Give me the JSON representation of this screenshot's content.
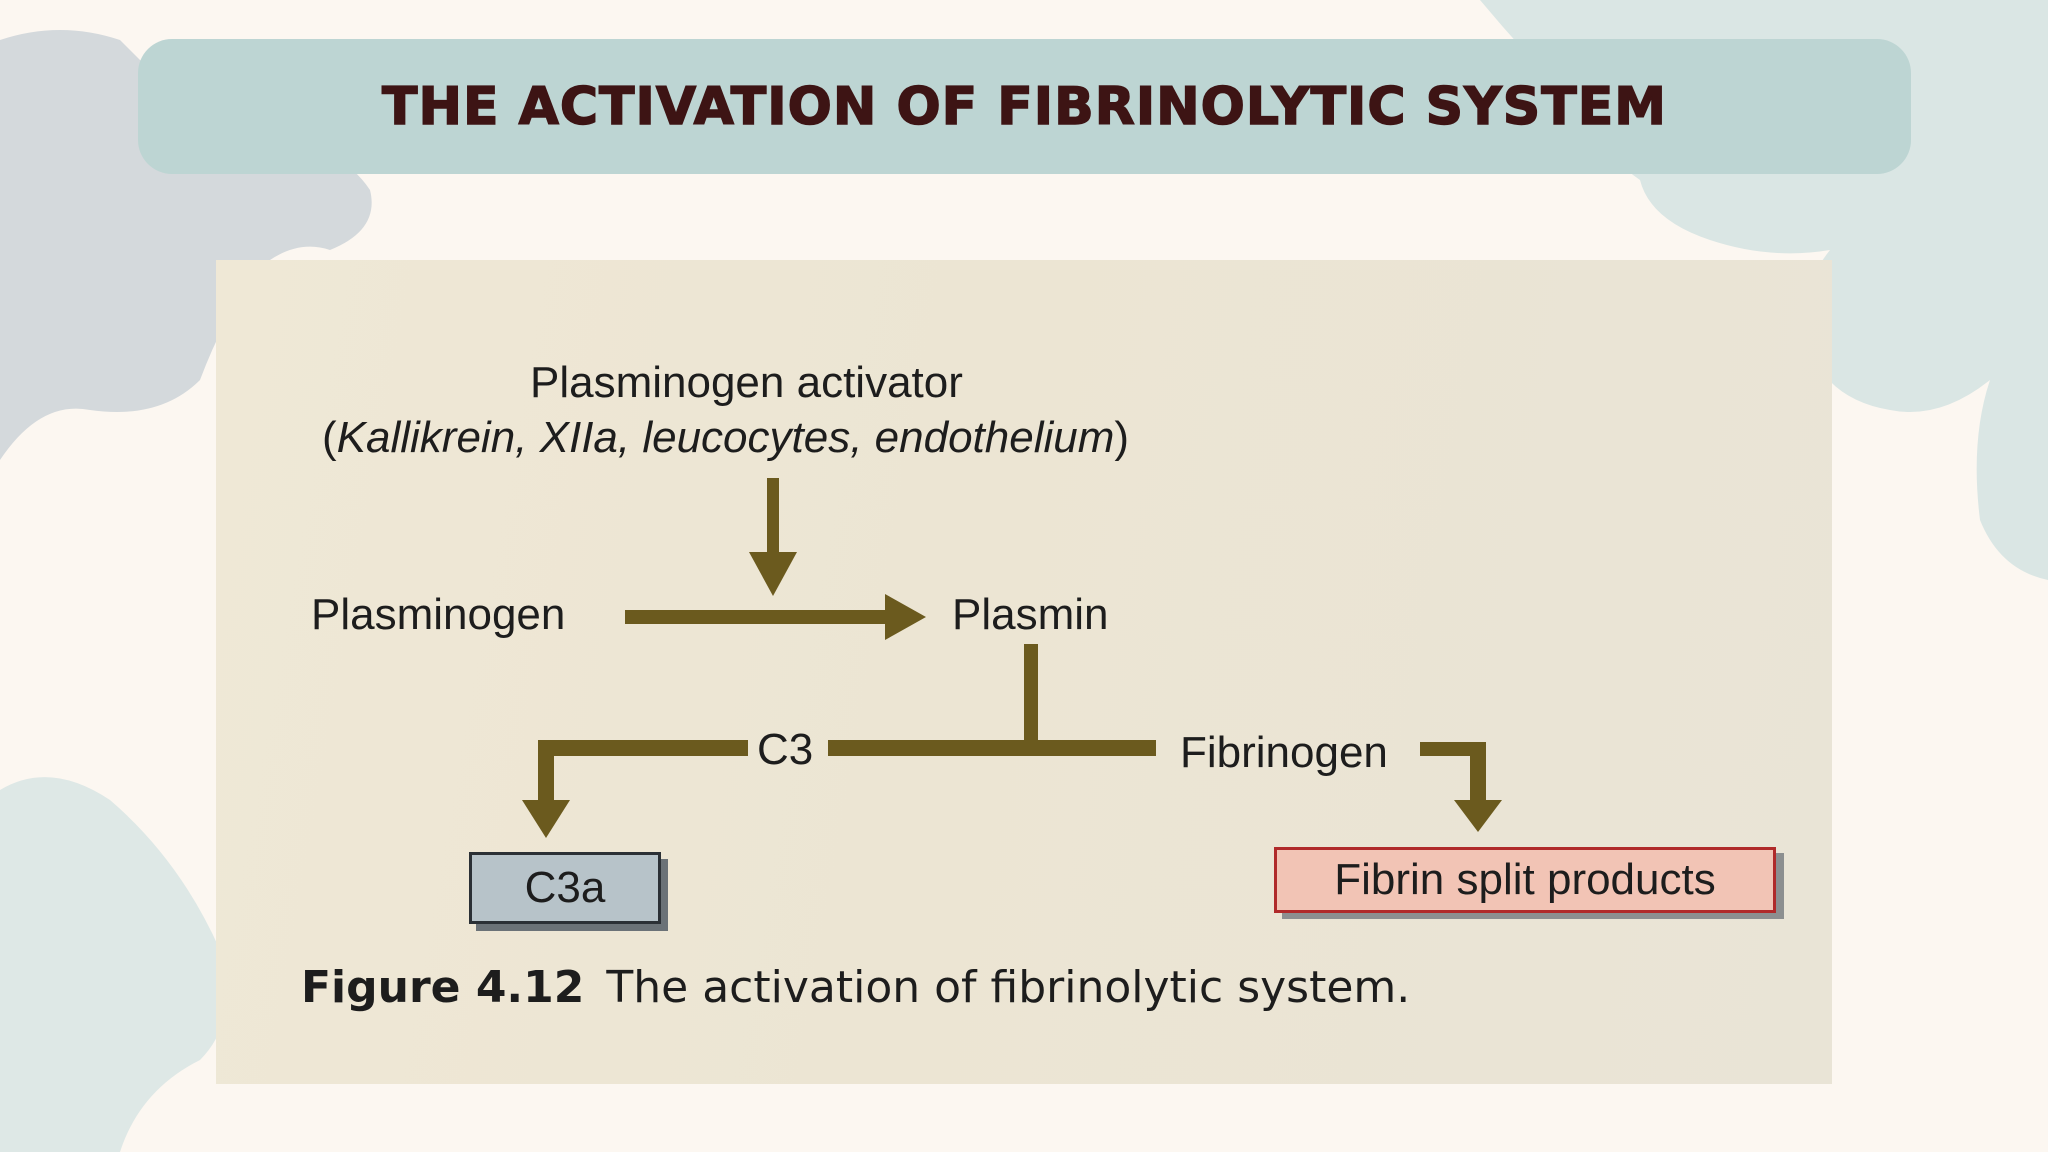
{
  "title": "THE ACTIVATION OF FIBRINOLYTIC SYSTEM",
  "colors": {
    "background": "#fcf7f1",
    "title_bar": "#bdd5d3",
    "title_text": "#3d1414",
    "arrow": "#6b5a1e",
    "c3a_box": "#b7c3c9",
    "fsp_box": "#f2c4b5",
    "fsp_border": "#b02a2a"
  },
  "diagram": {
    "activator_label": "Plasminogen activator",
    "activator_sources": "Kallikrein, XIIa, leucocytes, endothelium",
    "activator_open": "(",
    "activator_close": ")",
    "plasminogen": "Plasminogen",
    "plasmin": "Plasmin",
    "c3": "C3",
    "fibrinogen": "Fibrinogen",
    "c3a": "C3a",
    "fibrin_split": "Fibrin split products"
  },
  "caption": {
    "figure_number": "Figure 4.12",
    "text": "The activation of fibrinolytic system."
  }
}
